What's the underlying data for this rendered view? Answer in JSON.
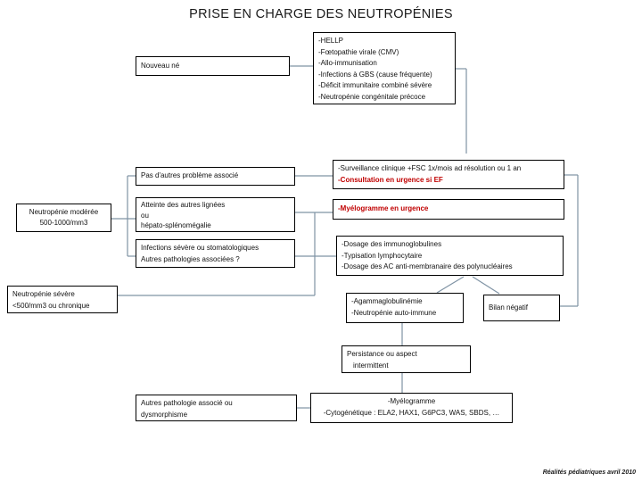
{
  "title": "PRISE EN CHARGE DES NEUTROPÉNIES",
  "credit": "Réalités pédiatriques avril 2010",
  "colors": {
    "red": "#c00000",
    "connector": "#7f93a4",
    "border": "#000000"
  },
  "boxes": {
    "nouveau_ne": {
      "lines": [
        "Nouveau né"
      ]
    },
    "hellp": {
      "lines": [
        "-HELLP",
        "-Fœtopathie virale (CMV)",
        "-Allo-immunisation",
        "-Infections à GBS (cause fréquente)",
        "-Déficit immunitaire combiné sévère",
        "-Neutropénie congénitale précoce"
      ]
    },
    "pas_probleme": {
      "lines": [
        "Pas d'autres problème associé"
      ]
    },
    "surveillance": {
      "lines": [
        "-Surveillance clinique +FSC 1x/mois ad résolution ou 1 an",
        "-Consultation en urgence si EF"
      ]
    },
    "neutropenie_moderee": {
      "lines": [
        "Neutropénie modérée",
        "500-1000/mm3"
      ]
    },
    "atteinte": {
      "lines": [
        "Atteinte des autres lignées",
        "ou",
        "hépato-splénomégalie"
      ]
    },
    "myelogramme_urgence": {
      "lines": [
        "-Myélogramme en urgence"
      ]
    },
    "infections": {
      "lines": [
        "Infections sévère ou stomatologiques",
        "Autres pathologies associées ?"
      ]
    },
    "dosage": {
      "lines": [
        "-Dosage des immunoglobulines",
        "-Typisation lymphocytaire",
        "-Dosage des AC anti-membranaire des polynucléaires"
      ]
    },
    "neutropenie_severe": {
      "lines": [
        "Neutropénie sévère",
        "<500/mm3 ou chronique"
      ]
    },
    "agamma": {
      "lines": [
        "-Agammaglobulinémie",
        "-Neutropénie auto-immune"
      ]
    },
    "bilan_negatif": {
      "lines": [
        "Bilan négatif"
      ]
    },
    "persistance": {
      "lines": [
        "Persistance ou aspect",
        "intermittent"
      ]
    },
    "autres_pathologie": {
      "lines": [
        "Autres pathologie associé ou",
        "dysmorphisme"
      ]
    },
    "myelo_cyto": {
      "lines": [
        "-Myélogramme",
        "-Cytogénétique : ELA2, HAX1, G6PC3, WAS, SBDS, …"
      ]
    }
  }
}
